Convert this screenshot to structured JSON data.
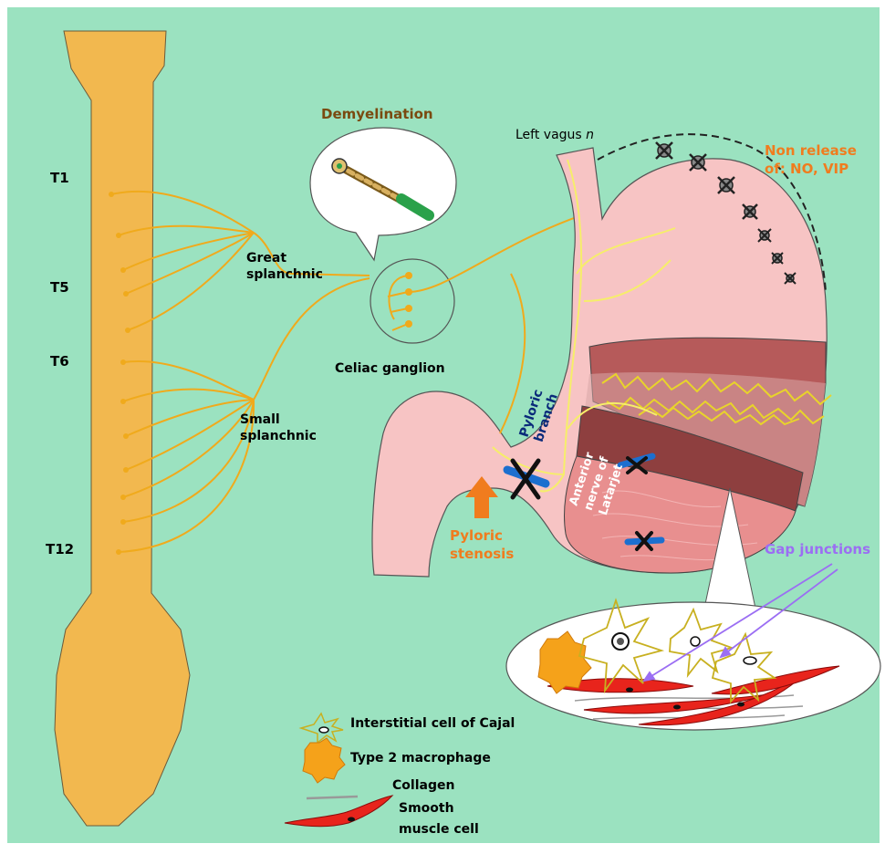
{
  "labels": {
    "t1": "T1",
    "t5": "T5",
    "t6": "T6",
    "t12": "T12",
    "great_line1": "Great",
    "great_line2": "splanchnic",
    "small_line1": "Small",
    "small_line2": "splanchnic",
    "demyelination": "Demyelination",
    "celiac": "Celiac ganglion",
    "left_vagus": "Left vagus ",
    "left_vagus_n": "n",
    "non_release_line1": "Non release",
    "non_release_line2": "of: NO, VIP",
    "pyloric_branch_line1": "Pyloric",
    "pyloric_branch_line2": "branch",
    "latarjet_line1": "Anterior",
    "latarjet_line2": "nerve of",
    "latarjet_line3": "Latarjet",
    "pyloric_stenosis_line1": "Pyloric",
    "pyloric_stenosis_line2": "stenosis",
    "gap_junctions": "Gap junctions"
  },
  "legend": {
    "icc": "Interstitial cell of Cajal",
    "macrophage": "Type 2 macrophage",
    "collagen": "Collagen",
    "smooth_line1": "Smooth",
    "smooth_line2": "muscle cell"
  },
  "colors": {
    "background": "#9be2c0",
    "spinal_cord": "#f2b84f",
    "nerve": "#f0aa1c",
    "vagus": "#f6ee6a",
    "stomach": "#f7c4c4",
    "muscle_outer": "#b65a5a",
    "muscle_inner": "#8e3f3f",
    "mucosa": "#e88f8f",
    "icc": "#e8d42a",
    "smooth_muscle": "#e8241c",
    "orange_text": "#f07c1e",
    "brown_text": "#7a4a10",
    "gap_text": "#9b6ef3",
    "navy_text": "#0a2a7a",
    "block_blue": "#1c6fcf"
  }
}
